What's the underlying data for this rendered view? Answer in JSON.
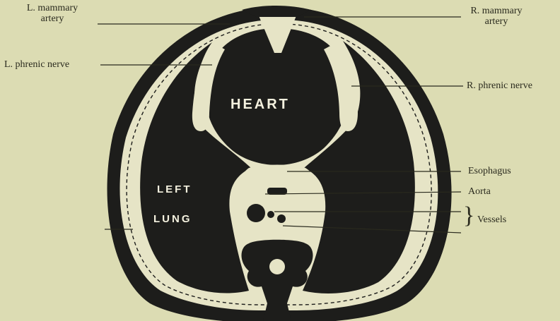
{
  "labels": {
    "l_mammary_artery_line1": "L. mammary",
    "l_mammary_artery_line2": "artery",
    "r_mammary_artery_line1": "R. mammary",
    "r_mammary_artery_line2": "artery",
    "l_phrenic_nerve": "L. phrenic nerve",
    "r_phrenic_nerve": "R. phrenic nerve",
    "esophagus": "Esophagus",
    "aorta": "Aorta",
    "vessels": "Vessels",
    "vessels_brace": "}"
  },
  "regions": {
    "heart": "HEART",
    "left_lung_line1": "LEFT",
    "left_lung_line2": "LUNG"
  },
  "colors": {
    "background": "#dcdcb3",
    "dark": "#1d1d1b",
    "pleura": "#e6e4c6"
  }
}
